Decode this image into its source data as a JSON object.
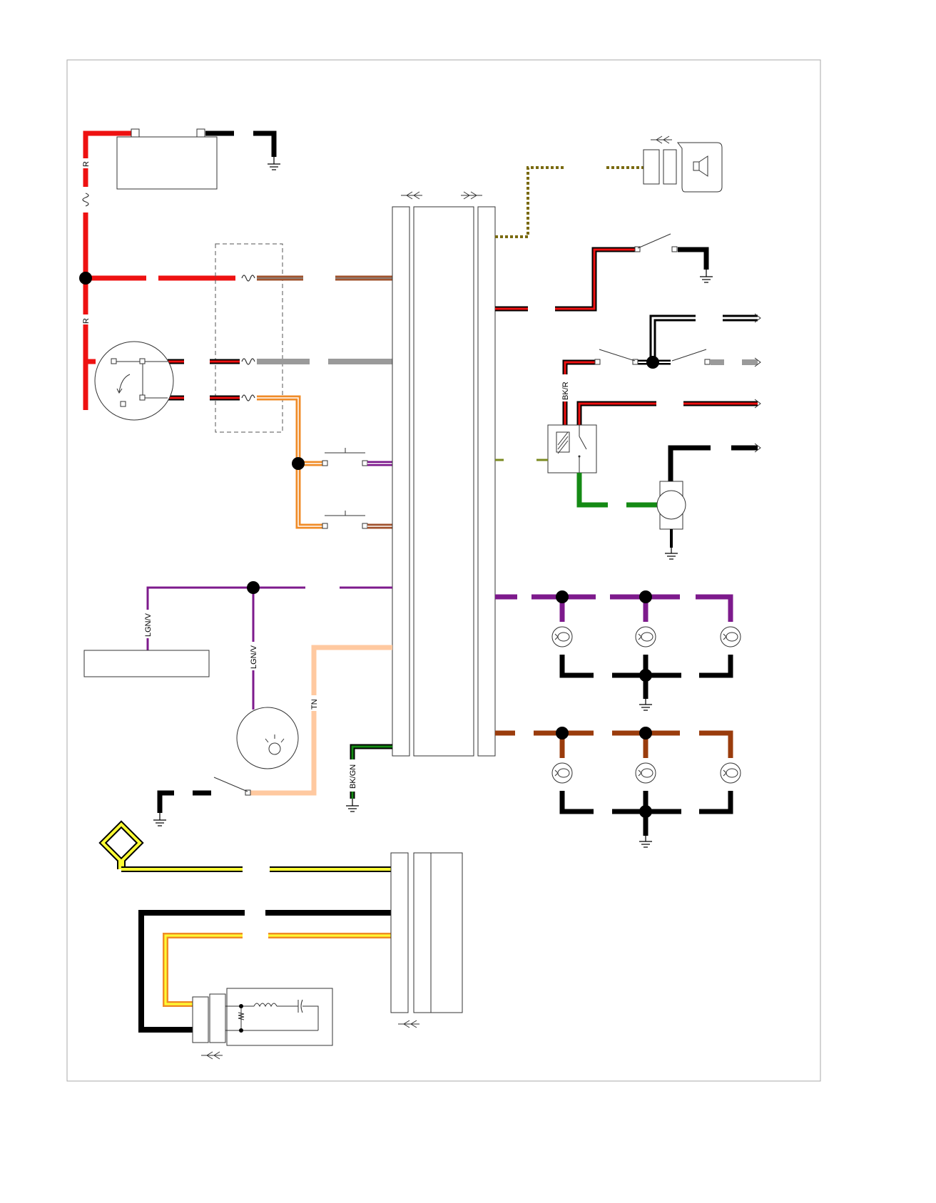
{
  "diagram": {
    "wire_labels": {
      "battery_upper": "R",
      "battery_lower": "R",
      "relay_feed": "BK/R",
      "meter_feed": "LGN/V",
      "indicator_feed": "LGN/V",
      "neutral_wire": "TN",
      "ecu_ground": "BK/GN"
    },
    "wire_colors": {
      "red": "#ee1111",
      "black": "#000000",
      "brown": "#a0522d",
      "gray": "#9a9a9a",
      "orange": "#f08c28",
      "purple": "#7d1a8c",
      "green": "#158a15",
      "tan": "#ffc9a0",
      "yellow": "#ffff33",
      "dark_brown": "#9a3c0c",
      "olive": "#7a6a10"
    },
    "icons": [
      "battery-icon",
      "fuse-icon",
      "ignition-switch-icon",
      "ground-icon",
      "horn-icon",
      "relay-icon",
      "fan-motor-icon",
      "lamp-icon",
      "connector-arrow-icon",
      "sensor-icon",
      "ignition-coil-icon"
    ]
  }
}
